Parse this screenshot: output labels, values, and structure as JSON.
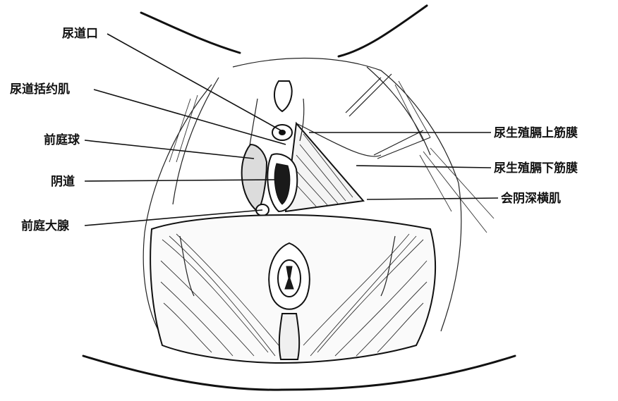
{
  "labels": {
    "urethral_orifice": "尿道口",
    "urethral_sphincter": "尿道括约肌",
    "vestibular_bulb": "前庭球",
    "vagina": "阴道",
    "greater_vestibular_gland": "前庭大腺",
    "superior_urogenital_fascia": "尿生殖膈上筋膜",
    "inferior_urogenital_fascia": "尿生殖膈下筋膜",
    "deep_transverse_perineal": "会阴深横肌"
  }
}
